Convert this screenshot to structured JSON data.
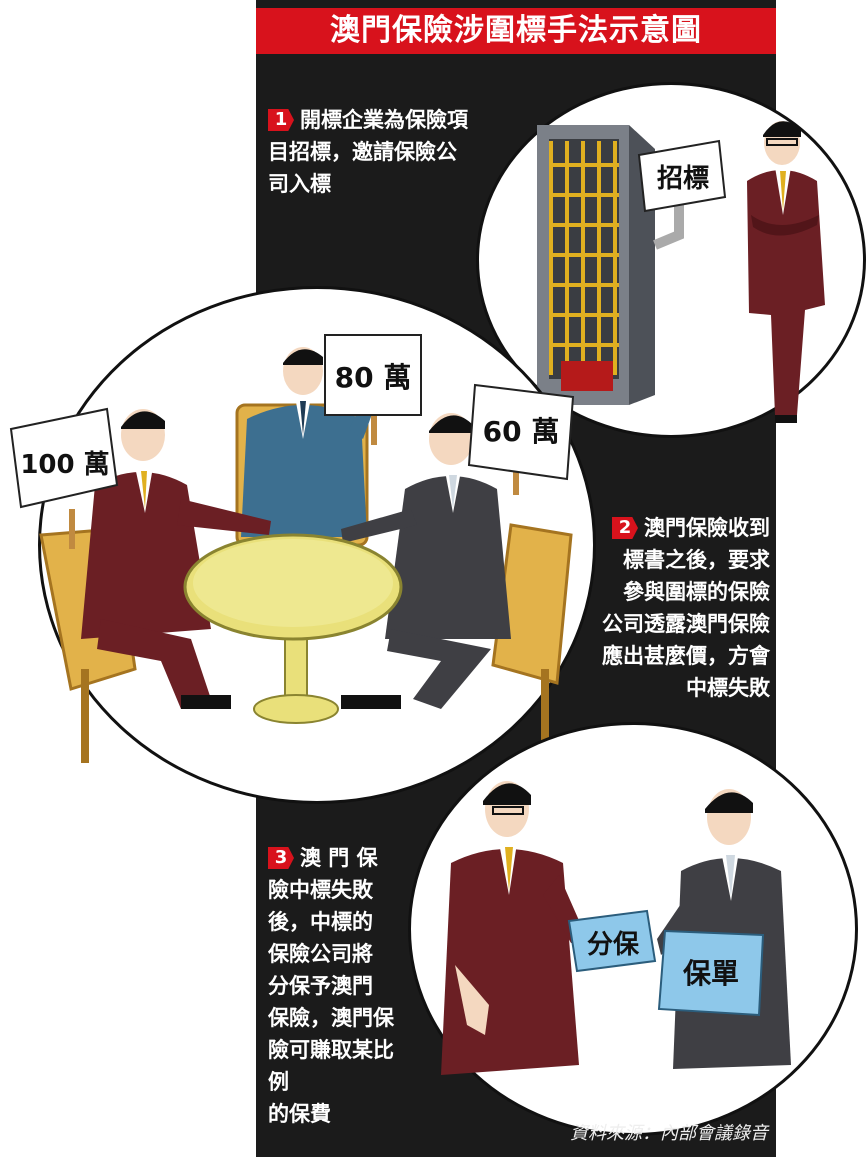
{
  "title": "澳門保險涉圍標手法示意圖",
  "steps": [
    {
      "number": "1",
      "lines": [
        "開標企業為保險項",
        "目招標，邀請保險公",
        "司入標"
      ]
    },
    {
      "number": "2",
      "lines": [
        "澳門保險收到",
        "標書之後，要求",
        "參與圍標的保險",
        "公司透露澳門保險",
        "應出甚麼價，方會",
        "中標失敗"
      ]
    },
    {
      "number": "3",
      "lines": [
        "澳 門 保",
        "險中標失敗",
        "後，中標的",
        "保險公司將",
        "分保予澳門",
        "保險，澳門保",
        "險可賺取某比例",
        "的保費"
      ]
    }
  ],
  "signs": {
    "tender": "招標",
    "bid_100": "100 萬",
    "bid_80": "80 萬",
    "bid_60": "60 萬",
    "reinsurance": "分保",
    "policy": "保單"
  },
  "source": "資料來源：內部會議錄音",
  "colors": {
    "accent_red": "#d8121c",
    "panel_black": "#1b1b1b",
    "suit_maroon": "#6b1f24",
    "suit_blue": "#3d6f90",
    "suit_grey": "#3f3f44",
    "table_yellow": "#e9e07a",
    "chair_tan": "#e2b24a",
    "card_blue": "#8ec8ea"
  }
}
